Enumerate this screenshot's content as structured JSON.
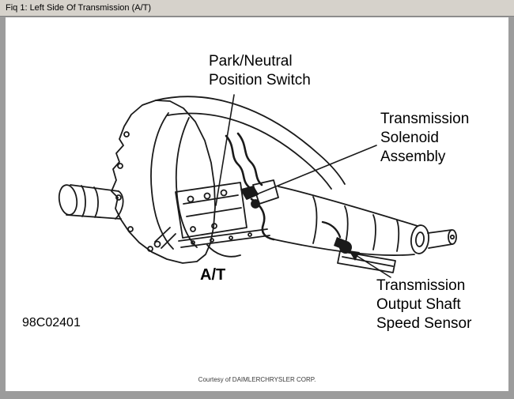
{
  "window": {
    "caption": "Fiq 1: Left Side Of Transmission (A/T)"
  },
  "figure": {
    "labels": {
      "park_neutral_switch": {
        "lines": [
          "Park/Neutral",
          "Position Switch"
        ]
      },
      "solenoid_assembly": {
        "lines": [
          "Transmission",
          "Solenoid",
          "Assembly"
        ]
      },
      "transmission_type": "A/T",
      "output_speed_sensor": {
        "lines": [
          "Transmission",
          "Output Shaft",
          "Speed Sensor"
        ]
      },
      "figure_number": "98C02401",
      "courtesy": "Courtesy of DAIMLERCHRYSLER CORP."
    },
    "colors": {
      "line": "#1a1a1a",
      "frame": "#9c9c9c",
      "caption_bg": "#d6d2cb",
      "canvas_bg": "#ffffff"
    }
  }
}
